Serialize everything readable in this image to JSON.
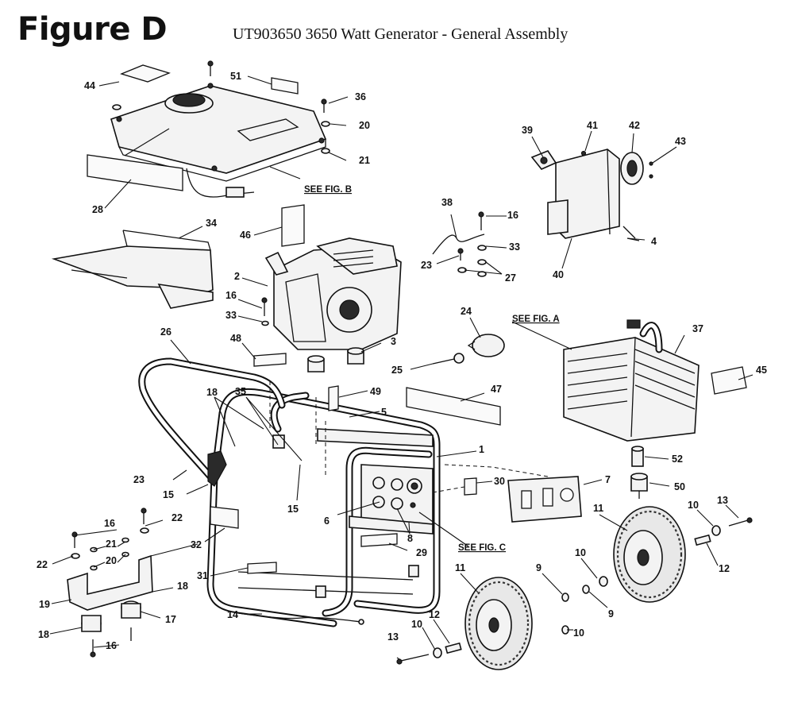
{
  "header": {
    "figure_title": "Figure D",
    "subtitle": "UT903650 3650 Watt Generator - General Assembly"
  },
  "references": {
    "fig_a": "SEE FIG. A",
    "fig_b": "SEE FIG. B",
    "fig_c": "SEE FIG. C"
  },
  "callouts": {
    "c1": "1",
    "c2": "2",
    "c3": "3",
    "c4": "4",
    "c5": "5",
    "c6": "6",
    "c7": "7",
    "c8": "8",
    "c9a": "9",
    "c9b": "9",
    "c10a": "10",
    "c10b": "10",
    "c10c": "10",
    "c10d": "10",
    "c11a": "11",
    "c11b": "11",
    "c12a": "12",
    "c12b": "12",
    "c13a": "13",
    "c13b": "13",
    "c14": "14",
    "c15a": "15",
    "c15b": "15",
    "c16a": "16",
    "c16b": "16",
    "c16c": "16",
    "c16d": "16",
    "c17": "17",
    "c18a": "18",
    "c18b": "18",
    "c18c": "18",
    "c19": "19",
    "c20a": "20",
    "c20b": "20",
    "c21a": "21",
    "c21b": "21",
    "c22a": "22",
    "c22b": "22",
    "c23a": "23",
    "c23b": "23",
    "c24": "24",
    "c25": "25",
    "c26": "26",
    "c27": "27",
    "c28": "28",
    "c29": "29",
    "c30": "30",
    "c31": "31",
    "c32": "32",
    "c33a": "33",
    "c33b": "33",
    "c34": "34",
    "c35": "35",
    "c36": "36",
    "c37": "37",
    "c38": "38",
    "c39": "39",
    "c40": "40",
    "c41": "41",
    "c42": "42",
    "c43": "43",
    "c44": "44",
    "c45": "45",
    "c46": "46",
    "c47": "47",
    "c48": "48",
    "c49": "49",
    "c50": "50",
    "c51": "51",
    "c52": "52"
  }
}
